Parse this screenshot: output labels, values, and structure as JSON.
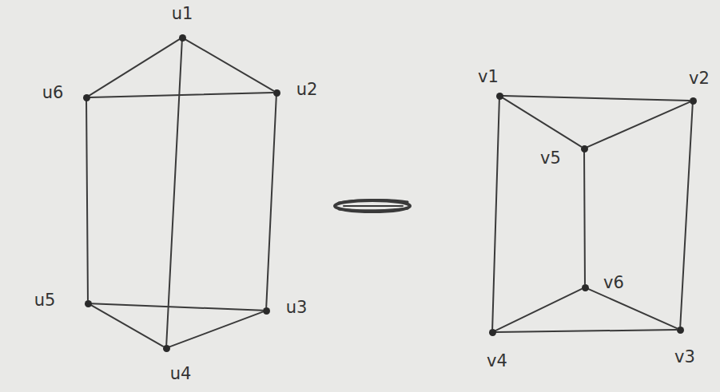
{
  "diagram": {
    "nodes": [
      {
        "text": [
          "u1"
        ]
      },
      {
        "text": [
          "u6"
        ]
      },
      {
        "text": [
          "u2"
        ]
      },
      {
        "text": [
          "u5"
        ]
      },
      {
        "text": [
          "u3"
        ]
      },
      {
        "text": [
          "u4"
        ]
      },
      {
        "text": [
          "v1"
        ]
      },
      {
        "text": [
          "v2"
        ]
      },
      {
        "text": [
          "v5"
        ]
      },
      {
        "text": [
          "v6"
        ]
      },
      {
        "text": [
          "v4"
        ]
      },
      {
        "text": [
          "v3"
        ]
      }
    ],
    "edges": [
      {
        "from": 0,
        "to": 1,
        "arrow": "none"
      },
      {
        "from": 0,
        "to": 2,
        "arrow": "none"
      },
      {
        "from": 1,
        "to": 2,
        "arrow": "none"
      },
      {
        "from": 0,
        "to": 5,
        "arrow": "none"
      },
      {
        "from": 1,
        "to": 3,
        "arrow": "none"
      },
      {
        "from": 2,
        "to": 4,
        "arrow": "none"
      },
      {
        "from": 3,
        "to": 4,
        "arrow": "none"
      },
      {
        "from": 3,
        "to": 5,
        "arrow": "none"
      },
      {
        "from": 5,
        "to": 4,
        "arrow": "none"
      },
      {
        "from": 6,
        "to": 7,
        "arrow": "none"
      },
      {
        "from": 6,
        "to": 8,
        "arrow": "none"
      },
      {
        "from": 7,
        "to": 8,
        "arrow": "none"
      },
      {
        "from": 8,
        "to": 9,
        "arrow": "none"
      },
      {
        "from": 6,
        "to": 10,
        "arrow": "none"
      },
      {
        "from": 7,
        "to": 11,
        "arrow": "none"
      },
      {
        "from": 9,
        "to": 10,
        "arrow": "none"
      },
      {
        "from": 9,
        "to": 11,
        "arrow": "none"
      },
      {
        "from": 10,
        "to": 11,
        "arrow": "none"
      }
    ]
  }
}
